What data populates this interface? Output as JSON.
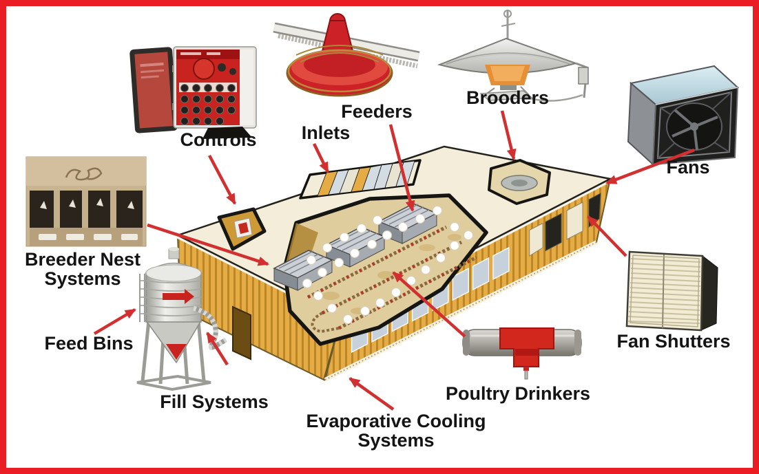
{
  "frame": {
    "border_color": "#EA1D25",
    "background_color": "#FFFFFF"
  },
  "palette": {
    "arrow_red": "#D23030",
    "label_text": "#141414",
    "roof_cream": "#F4EDDA",
    "wall_gold": "#E5AC45",
    "wall_stripe": "#BC8626",
    "floor_tan": "#E0CD9E",
    "window_blue": "#C7D1DB",
    "equipment_red": "#C8231E"
  },
  "labels": {
    "controls": "Controls",
    "inlets": "Inlets",
    "feeders": "Feeders",
    "brooders": "Brooders",
    "fans": "Fans",
    "fan_shutters": "Fan Shutters",
    "poultry_drinkers": "Poultry Drinkers",
    "evaporative_cooling_line1": "Evaporative Cooling",
    "evaporative_cooling_line2": "Systems",
    "fill_systems": "Fill Systems",
    "feed_bins": "Feed Bins",
    "breeder_nest_line1": "Breeder Nest",
    "breeder_nest_line2": "Systems"
  }
}
